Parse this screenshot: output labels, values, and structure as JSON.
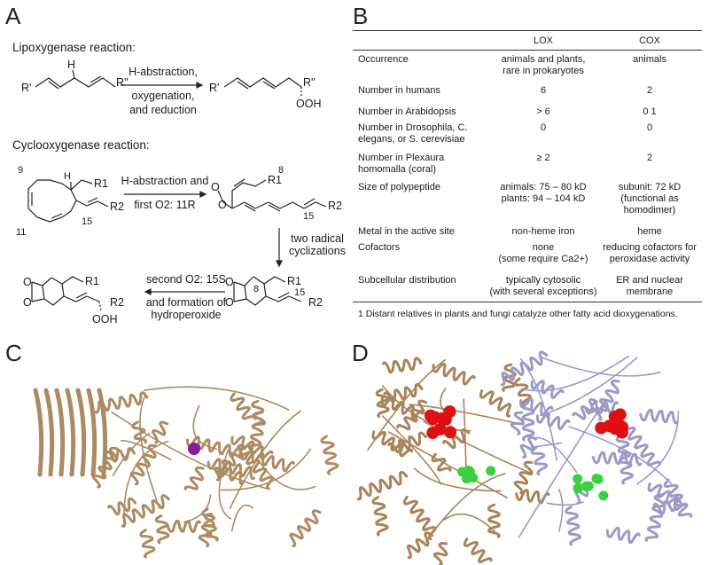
{
  "panels": {
    "a": "A",
    "b": "B",
    "c": "C",
    "d": "D"
  },
  "panelA": {
    "lox_title": "Lipoxygenase reaction:",
    "lox_reactant_left": "R'",
    "lox_reactant_right": "R''",
    "lox_h": "H",
    "lox_arrow_l1": "H-abstraction,",
    "lox_arrow_l2": "oxygenation,",
    "lox_arrow_l3": "and reduction",
    "lox_product_left": "R'",
    "lox_product_right": "R''",
    "lox_product_ooh": "OOH",
    "cox_title": "Cyclooxygenase reaction:",
    "c9": "9",
    "c11": "11",
    "c15": "15",
    "c8": "8",
    "r1": "R1",
    "r2": "R2",
    "h": "H",
    "arrow1_l1": "H-abstraction and",
    "arrow1_l2": "first O2: 11R",
    "arrow2_l1": "two radical",
    "arrow2_l2": "cyclizations",
    "arrow3_l1": "second O2: 15S",
    "arrow3_l2": "and formation of",
    "arrow3_l3": "hydroperoxide",
    "ooh": "OOH",
    "o": "O"
  },
  "table": {
    "headers": [
      "",
      "LOX",
      "COX"
    ],
    "rows": [
      {
        "label": "Occurrence",
        "lox": "animals and plants,\nrare in prokaryotes",
        "cox": "animals"
      },
      {
        "label": "Number in humans",
        "lox": "6",
        "cox": "2"
      },
      {
        "label": "Number in Arabidopsis",
        "lox": "> 6",
        "cox": "0 1"
      },
      {
        "label": "Number in Drosophila, C.\nelegans, or S. cerevisiae",
        "lox": "0",
        "cox": "0"
      },
      {
        "label": "Number in Plexaura\nhomomalla (coral)",
        "lox": "≥ 2",
        "cox": "2"
      },
      {
        "label": "Size of polypeptide",
        "lox": "animals: 75 – 80 kD\nplants: 94 – 104 kD",
        "cox": "subunit: 72 kD\n(functional as\nhomodimer)"
      },
      {
        "label": "Metal in the active site",
        "lox": "non-heme iron",
        "cox": "heme"
      },
      {
        "label": "Cofactors",
        "lox": "none\n(some require Ca2+)",
        "cox": "reducing cofactors for\nperoxidase activity"
      },
      {
        "label": "Subcellular distribution",
        "lox": "typically cytosolic\n(with several exceptions)",
        "cox": "ER and nuclear\nmembrane"
      }
    ],
    "footnote": "1 Distant relatives in plants and fungi catalyze other fatty acid dioxygenations."
  },
  "colors": {
    "ribbon_tan": "#a8845a",
    "ribbon_lavender": "#9a9ac8",
    "iron_purple": "#8b1a9a",
    "heme_red": "#e01010",
    "ligand_green": "#3ad040"
  }
}
